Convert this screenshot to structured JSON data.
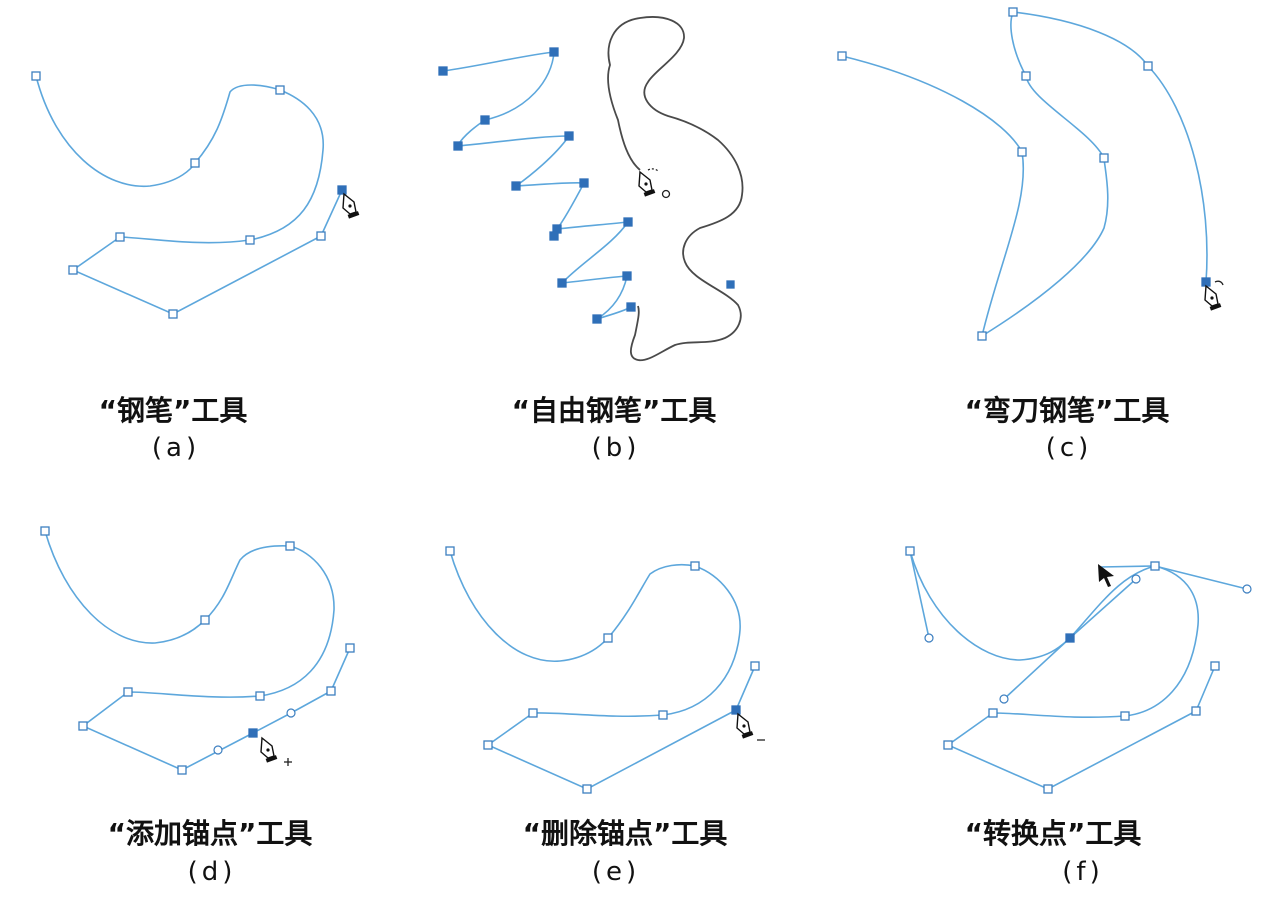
{
  "panels": [
    {
      "id": "a",
      "title": "“钢笔”工具",
      "label": "(a)"
    },
    {
      "id": "b",
      "title": "“自由钢笔”工具",
      "label": "(b)"
    },
    {
      "id": "c",
      "title": "“弯刀钢笔”工具",
      "label": "(c)"
    },
    {
      "id": "d",
      "title": "“添加锚点”工具",
      "label": "(d)"
    },
    {
      "id": "e",
      "title": "“删除锚点”工具",
      "label": "(e)"
    },
    {
      "id": "f",
      "title": "“转换点”工具",
      "label": "(f)"
    }
  ],
  "colors": {
    "path": "#5da7dc",
    "anchor_stroke": "#3d7fc0",
    "anchor_selected": "#2f6fb8",
    "freehand_path": "#4a4a4a",
    "text": "#111111"
  },
  "icons": [
    "pen-tool-icon",
    "arrow-cursor-icon",
    "plus-modifier-icon",
    "minus-modifier-icon"
  ]
}
